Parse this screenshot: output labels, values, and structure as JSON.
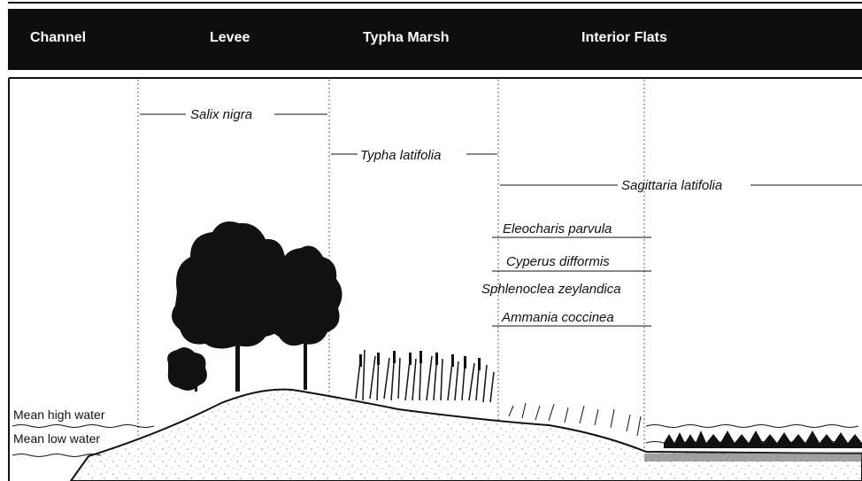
{
  "zones": [
    {
      "label": "Channel"
    },
    {
      "label": "Levee"
    },
    {
      "label": "Typha Marsh"
    },
    {
      "label": "Interior Flats"
    }
  ],
  "species": [
    {
      "name": "Salix nigra"
    },
    {
      "name": "Typha latifolia"
    },
    {
      "name": "Sagittaria latifolia"
    },
    {
      "name": "Eleocharis parvula"
    },
    {
      "name": "Cyperus difformis"
    },
    {
      "name": "Sphlenoclea zeylandica"
    },
    {
      "name": "Ammania coccinea"
    }
  ],
  "water_levels": {
    "high": "Mean high water",
    "low": "Mean low water"
  },
  "colors": {
    "header_bg": "#0e0e0e",
    "header_text": "#ffffff",
    "line": "#111111"
  }
}
